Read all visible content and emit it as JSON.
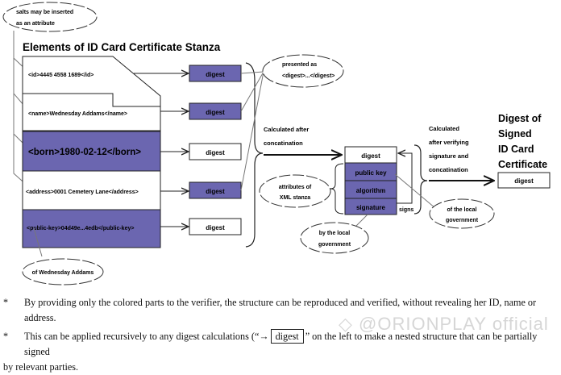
{
  "title": "Elements of ID Card Certificate Stanza",
  "colors": {
    "highlight": "#6b66b0",
    "line": "#222222",
    "leader": "#777777"
  },
  "callouts": {
    "salts": [
      "salts may be inserted",
      "as an attribute"
    ],
    "presented": [
      "presented as",
      "<digest>...</digest>"
    ],
    "owner": "of Wednesday Addams",
    "attributes": [
      "attributes of",
      "XML stanza"
    ],
    "by_gov": [
      "by the local",
      "government"
    ],
    "of_gov": [
      "of the local",
      "government"
    ]
  },
  "elements": [
    {
      "text": "<id>4445 4558 1689</id>",
      "colored": false,
      "digest_label": "digest",
      "digest_colored": true
    },
    {
      "text": "<name>Wednesday Addams</name>",
      "colored": false,
      "digest_label": "digest",
      "digest_colored": true
    },
    {
      "text": "<born>1980-02-12</born>",
      "colored": true,
      "digest_label": "digest",
      "digest_colored": false
    },
    {
      "text": "<address>0001 Cemetery Lane</address>",
      "colored": false,
      "digest_label": "digest",
      "digest_colored": true
    },
    {
      "text": "<public-key>04d49e...4edb</public-key>",
      "colored": true,
      "digest_label": "digest",
      "digest_colored": false
    }
  ],
  "concat_label": [
    "Calculated after",
    "concatination"
  ],
  "stanza": {
    "digest": "digest",
    "attrs": [
      "public key",
      "algorithm",
      "signature"
    ],
    "signs": "signs"
  },
  "final_label": [
    "Calculated",
    "after verifying",
    "signature and",
    "concatination"
  ],
  "result": {
    "title": [
      "Digest of",
      "Signed",
      "ID Card",
      "Certificate"
    ],
    "digest": "digest"
  },
  "notes": [
    {
      "star": "*",
      "text": "By providing only the colored parts to the verifier, the structure can be reproduced and verified, without revealing her ID, name or address."
    },
    {
      "star": "*",
      "before": "This can be applied recursively to  any digest calculations (“→",
      "box": "digest",
      "after": "” on the left to make a nested structure that can be partially signed",
      "line2": "by relevant parties."
    }
  ],
  "watermark": "◇ @ORIONPLAY official"
}
